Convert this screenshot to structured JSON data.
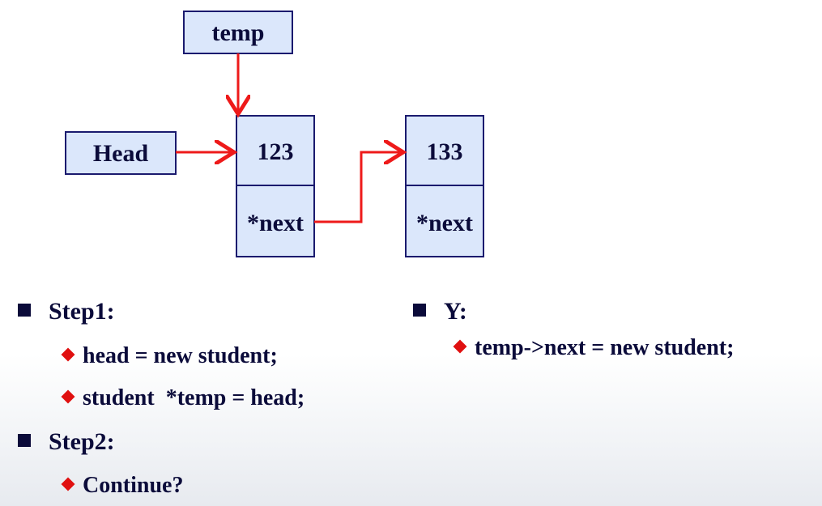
{
  "diagram": {
    "temp_label": "temp",
    "head_label": "Head",
    "node1_value": "123",
    "node1_next": "*next",
    "node2_value": "133",
    "node2_next": "*next"
  },
  "left_list": {
    "step1": "Step1:",
    "step1_items": [
      "head = new student;",
      "student  *temp = head;"
    ],
    "step2": "Step2:",
    "step2_items": [
      "Continue?"
    ]
  },
  "right_list": {
    "y": "Y:",
    "y_items": [
      "temp->next = new student;"
    ]
  },
  "colors": {
    "box_fill": "#dbe7fb",
    "box_stroke": "#1a1a6e",
    "arrow": "#ee1a1a",
    "text": "#0b0b3a"
  }
}
